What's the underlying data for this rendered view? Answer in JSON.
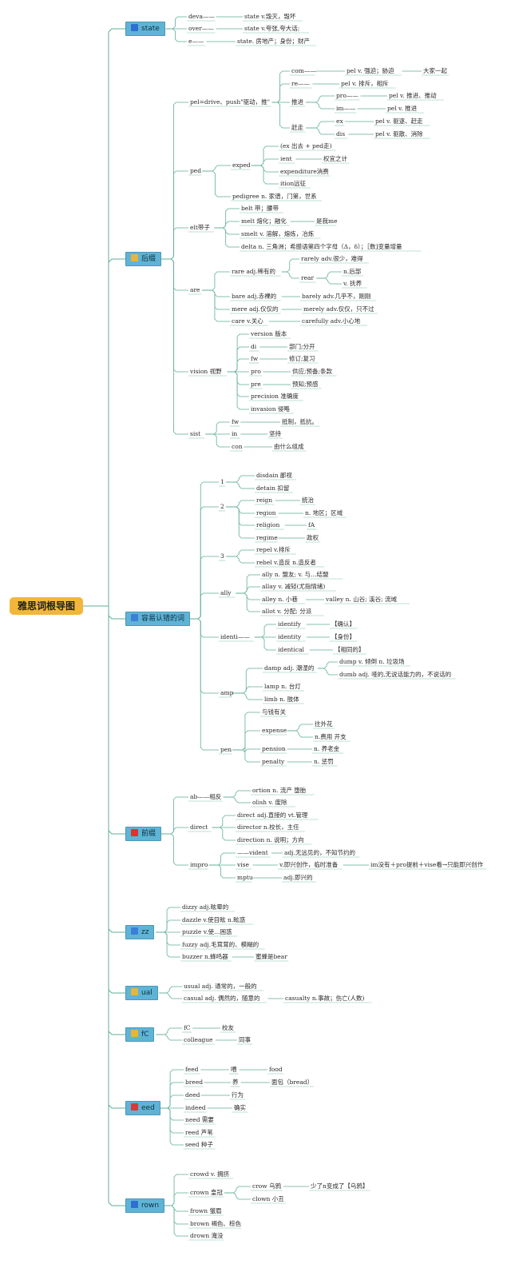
{
  "root": "雅思词根导图",
  "branches": [
    {
      "id": "state",
      "label": "state",
      "icon_color": "#2f6fd1",
      "icon": "square-icon",
      "nodes": [
        {
          "text": "deva——",
          "children": [
            {
              "text": "state v.毁灭，毁坏"
            }
          ]
        },
        {
          "text": "over——",
          "children": [
            {
              "text": "state v.夸张,夸大话;"
            }
          ]
        },
        {
          "text": "e——",
          "children": [
            {
              "text": "state. 房地产；身份；财产"
            }
          ]
        }
      ]
    },
    {
      "id": "hou",
      "label": "后缀",
      "icon_color": "#e9b43a",
      "icon": "sun-icon",
      "nodes": [
        {
          "text": "pel=drive、push\"驱动，推\"",
          "children": [
            {
              "text": "com——",
              "children": [
                {
                  "text": "pel v. 强迫；胁迫",
                  "children": [
                    {
                      "text": "大家一起"
                    }
                  ]
                }
              ]
            },
            {
              "text": "re——",
              "children": [
                {
                  "text": "pel v. 排斥，相斥"
                }
              ]
            },
            {
              "text": "推进",
              "children": [
                {
                  "text": "pro——",
                  "children": [
                    {
                      "text": "pel v. 推进、推动"
                    }
                  ]
                },
                {
                  "text": "im——",
                  "children": [
                    {
                      "text": "pel v. 推进"
                    }
                  ]
                }
              ]
            },
            {
              "text": "赶走",
              "children": [
                {
                  "text": "ex",
                  "children": [
                    {
                      "text": "pel v. 驱逐、赶走"
                    }
                  ]
                },
                {
                  "text": "dis",
                  "children": [
                    {
                      "text": "pel v. 驱散、消除"
                    }
                  ]
                }
              ]
            }
          ]
        },
        {
          "text": "ped",
          "children": [
            {
              "text": "exped",
              "children": [
                {
                  "text": "(ex 出去 + ped走)"
                },
                {
                  "text": "ient",
                  "children": [
                    {
                      "text": "权宜之计"
                    }
                  ]
                },
                {
                  "text": "expenditure消费"
                },
                {
                  "text": "ition远征"
                }
              ]
            },
            {
              "text": "pedigree n. 家谱，门第，世系"
            }
          ]
        },
        {
          "text": "elt带子",
          "children": [
            {
              "text": "belt 带；腰带"
            },
            {
              "text": "melt 熔化；融化",
              "children": [
                {
                  "text": "是我me"
                }
              ]
            },
            {
              "text": "smelt v. 溶解，熔炼，冶炼"
            },
            {
              "text": "delta n. 三角洲；希腊语第四个字母（Δ，δ）；［数]变量增量"
            }
          ]
        },
        {
          "text": "are",
          "children": [
            {
              "text": "rare adj.稀有的",
              "children": [
                {
                  "text": "rarely adv.很少，难得"
                },
                {
                  "text": "rear",
                  "children": [
                    {
                      "text": "n.后部"
                    },
                    {
                      "text": "v. 抚养"
                    }
                  ]
                }
              ]
            },
            {
              "text": "bare adj.赤裸的",
              "children": [
                {
                  "text": "barely adv.几乎不，刚刚"
                }
              ]
            },
            {
              "text": "mere adj.仅仅的",
              "children": [
                {
                  "text": "merely adv.仅仅，只不过"
                }
              ]
            },
            {
              "text": "care v.关心",
              "children": [
                {
                  "text": "carefully adv.小心地"
                }
              ]
            }
          ]
        },
        {
          "text": "vision 视野",
          "children": [
            {
              "text": "version 版本"
            },
            {
              "text": "di",
              "children": [
                {
                  "text": "部门;分开"
                }
              ]
            },
            {
              "text": "fw",
              "children": [
                {
                  "text": "修订;复习"
                }
              ]
            },
            {
              "text": "pro",
              "children": [
                {
                  "text": "供应;预备;条款"
                }
              ]
            },
            {
              "text": "pre",
              "children": [
                {
                  "text": "预知;预感"
                }
              ]
            },
            {
              "text": "precision 准确度"
            },
            {
              "text": "invasion 侵略"
            }
          ]
        },
        {
          "text": "sist",
          "children": [
            {
              "text": "fw",
              "children": [
                {
                  "text": "抵制，抵抗。"
                }
              ]
            },
            {
              "text": "in",
              "children": [
                {
                  "text": "坚持"
                }
              ]
            },
            {
              "text": "con",
              "children": [
                {
                  "text": "由什么组成"
                }
              ]
            }
          ]
        }
      ]
    },
    {
      "id": "easy",
      "label": "容易认错的词",
      "icon_color": "#3b7fd8",
      "icon": "flame-icon",
      "nodes": [
        {
          "text": "1",
          "children": [
            {
              "text": "disdain 鄙视"
            },
            {
              "text": "detain 扣留"
            }
          ]
        },
        {
          "text": "2",
          "children": [
            {
              "text": "reign",
              "children": [
                {
                  "text": "统治"
                }
              ]
            },
            {
              "text": "region",
              "children": [
                {
                  "text": "n. 地区；区域"
                }
              ]
            },
            {
              "text": "religion",
              "children": [
                {
                  "text": "fA"
                }
              ]
            },
            {
              "text": "regime",
              "children": [
                {
                  "text": "政权"
                }
              ]
            }
          ]
        },
        {
          "text": "3",
          "children": [
            {
              "text": "repel v.排斥"
            },
            {
              "text": "rebel v.造反 n.造反者"
            }
          ]
        },
        {
          "text": "ally",
          "children": [
            {
              "text": "ally n. 盟友; v. 与…结盟"
            },
            {
              "text": "allay v. 减轻(尤指情绪)"
            },
            {
              "text": "alley n. 小巷",
              "children": [
                {
                  "text": "valley n. 山谷; 溪谷; 流域"
                }
              ]
            },
            {
              "text": "allot v. 分配; 分派"
            }
          ]
        },
        {
          "text": "identi——",
          "children": [
            {
              "text": "identify",
              "children": [
                {
                  "text": "【确认】"
                }
              ]
            },
            {
              "text": "identity",
              "children": [
                {
                  "text": "【身份】"
                }
              ]
            },
            {
              "text": "identical",
              "children": [
                {
                  "text": "【相同的】"
                }
              ]
            }
          ]
        },
        {
          "text": "amp",
          "children": [
            {
              "text": "damp adj. 潮湿的",
              "children": [
                {
                  "text": "dump v. 倾倒 n. 垃圾场"
                },
                {
                  "text": "dumb adj. 哑的,无说话能力的，不说话的"
                }
              ]
            },
            {
              "text": "lamp n. 台灯"
            },
            {
              "text": "limb n. 肢体"
            }
          ]
        },
        {
          "text": "pen",
          "children": [
            {
              "text": "与钱有关"
            },
            {
              "text": "expense",
              "children": [
                {
                  "text": "往外花"
                },
                {
                  "text": "n.费用 开支"
                }
              ]
            },
            {
              "text": "pension",
              "children": [
                {
                  "text": "n. 养老金"
                }
              ]
            },
            {
              "text": "penalty",
              "children": [
                {
                  "text": "n. 惩罚"
                }
              ]
            }
          ]
        }
      ]
    },
    {
      "id": "qian",
      "label": "前缀",
      "icon_color": "#e0312f",
      "icon": "flag-icon",
      "nodes": [
        {
          "text": "ab——相反",
          "children": [
            {
              "text": "ortion n. 流产 堕胎"
            },
            {
              "text": "olish v. 废除"
            }
          ]
        },
        {
          "text": "direct",
          "children": [
            {
              "text": "direct adj.直接的 vt.管理"
            },
            {
              "text": "director n.校长，主任"
            },
            {
              "text": "direction n. 说明；方向"
            }
          ]
        },
        {
          "text": "impro",
          "children": [
            {
              "text": "——vident",
              "children": [
                {
                  "text": "adj.无远见的，不知节约的"
                }
              ]
            },
            {
              "text": "vise",
              "children": [
                {
                  "text": "v.即兴创作，临时准备",
                  "children": [
                    {
                      "text": "im没有＋pro提前＋vise看→只能即兴创作"
                    }
                  ]
                }
              ]
            },
            {
              "text": "mptu",
              "children": [
                {
                  "text": "adj.即兴的"
                }
              ]
            }
          ]
        }
      ]
    },
    {
      "id": "zz",
      "label": "zz",
      "icon_color": "#3b7fd8",
      "icon": "flame-icon",
      "nodes": [
        {
          "text": "dizzy adj.眩晕的"
        },
        {
          "text": "dazzle v.使目眩 n.眩惑"
        },
        {
          "text": "puzzle v.使…困惑"
        },
        {
          "text": "fuzzy adj.毛茸茸的、模糊的"
        },
        {
          "text": "buzzer n.蜂鸣器",
          "children": [
            {
              "text": "蜜蜂是bear"
            }
          ]
        }
      ]
    },
    {
      "id": "ual",
      "label": "ual",
      "icon_color": "#e9b43a",
      "icon": "sun-icon",
      "nodes": [
        {
          "text": "usual adj. 通常的，一般的"
        },
        {
          "text": "casual adj. 偶然的，随意的",
          "children": [
            {
              "text": "casualty n.事故；伤亡(人数)"
            }
          ]
        }
      ]
    },
    {
      "id": "fc",
      "label": "fC",
      "icon_color": "#e9b43a",
      "icon": "sun-icon",
      "nodes": [
        {
          "text": "fC",
          "children": [
            {
              "text": "校友"
            }
          ]
        },
        {
          "text": "colleague",
          "children": [
            {
              "text": "同事"
            }
          ]
        }
      ]
    },
    {
      "id": "eed",
      "label": "eed",
      "icon_color": "#d63a3a",
      "icon": "alarm-icon",
      "nodes": [
        {
          "text": "feed",
          "children": [
            {
              "text": "喂",
              "children": [
                {
                  "text": "food"
                }
              ]
            }
          ]
        },
        {
          "text": "breed",
          "children": [
            {
              "text": "养",
              "children": [
                {
                  "text": "面包（bread）"
                }
              ]
            }
          ]
        },
        {
          "text": "deed",
          "children": [
            {
              "text": "行为"
            }
          ]
        },
        {
          "text": "indeed",
          "children": [
            {
              "text": "确实"
            }
          ]
        },
        {
          "text": "need 需要"
        },
        {
          "text": "reed 芦苇"
        },
        {
          "text": "seed 种子"
        }
      ]
    },
    {
      "id": "rown",
      "label": "rown",
      "icon_color": "#2f6fd1",
      "icon": "square-icon",
      "nodes": [
        {
          "text": "crowd v. 拥挤"
        },
        {
          "text": "crown 皇冠",
          "children": [
            {
              "text": "crow 乌鸦",
              "children": [
                {
                  "text": "少了n变成了【乌鸦】"
                }
              ]
            },
            {
              "text": "clown 小丑"
            }
          ]
        },
        {
          "text": "frown 皱眉"
        },
        {
          "text": "brown 褐色、棕色"
        },
        {
          "text": "drown 淹没"
        }
      ]
    }
  ]
}
